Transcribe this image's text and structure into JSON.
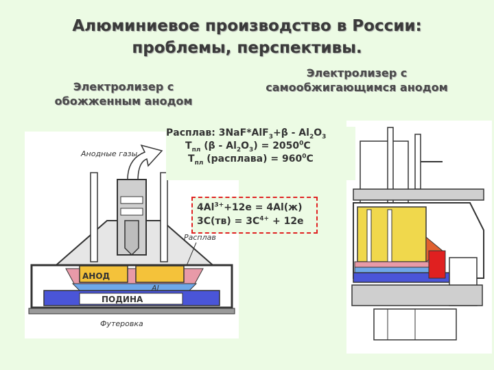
{
  "title": {
    "line1": "Алюминиевое производство в России:",
    "line2": "проблемы, перспективы."
  },
  "subtitles": {
    "left_line1": "Электролизер с",
    "left_line2": "обожженным анодом",
    "right_line1": "Электролизер с",
    "right_line2": "самообжигающимся анодом"
  },
  "melt": {
    "line1_prefix": "Расплав: 3Na",
    "line1_mid": "F*AlF",
    "line1_sub1": "3",
    "line1_mid2": "+β - Al",
    "line1_sub2": "2",
    "line1_mid3": "O",
    "line1_sub3": "3",
    "line2_prefix": "T",
    "line2_sub": "пл",
    "line2_mid": "  (β - Al",
    "line2_sub2": "2",
    "line2_mid2": "O",
    "line2_sub3": "3",
    "line2_val": ") = 2050",
    "line2_deg": "0",
    "line2_unit": "C",
    "line3_prefix": "T",
    "line3_sub": "пл",
    "line3_val": "  (расплава) = 960",
    "line3_deg": "0",
    "line3_unit": "C"
  },
  "reactions": {
    "r1_a": "4Al",
    "r1_sup": "3+",
    "r1_b": "+12e = 4Al(ж)",
    "r2_a": "3C(тв) = 3C",
    "r2_sup": "4+",
    "r2_b": " + 12e"
  },
  "diagram_labels": {
    "anode_gases": "Анодные газы",
    "melt": "Расплав",
    "anode": "АНОД",
    "al": "Al",
    "hearth": "ПОДИНА",
    "lining": "Футеровка"
  },
  "colors": {
    "background": "#ecfbe4",
    "anode": "#f4c23a",
    "hearth": "#4a55d8",
    "melt": "#e89aa8",
    "aluminum": "#6fa8e8",
    "dashed_border": "#e02020"
  }
}
